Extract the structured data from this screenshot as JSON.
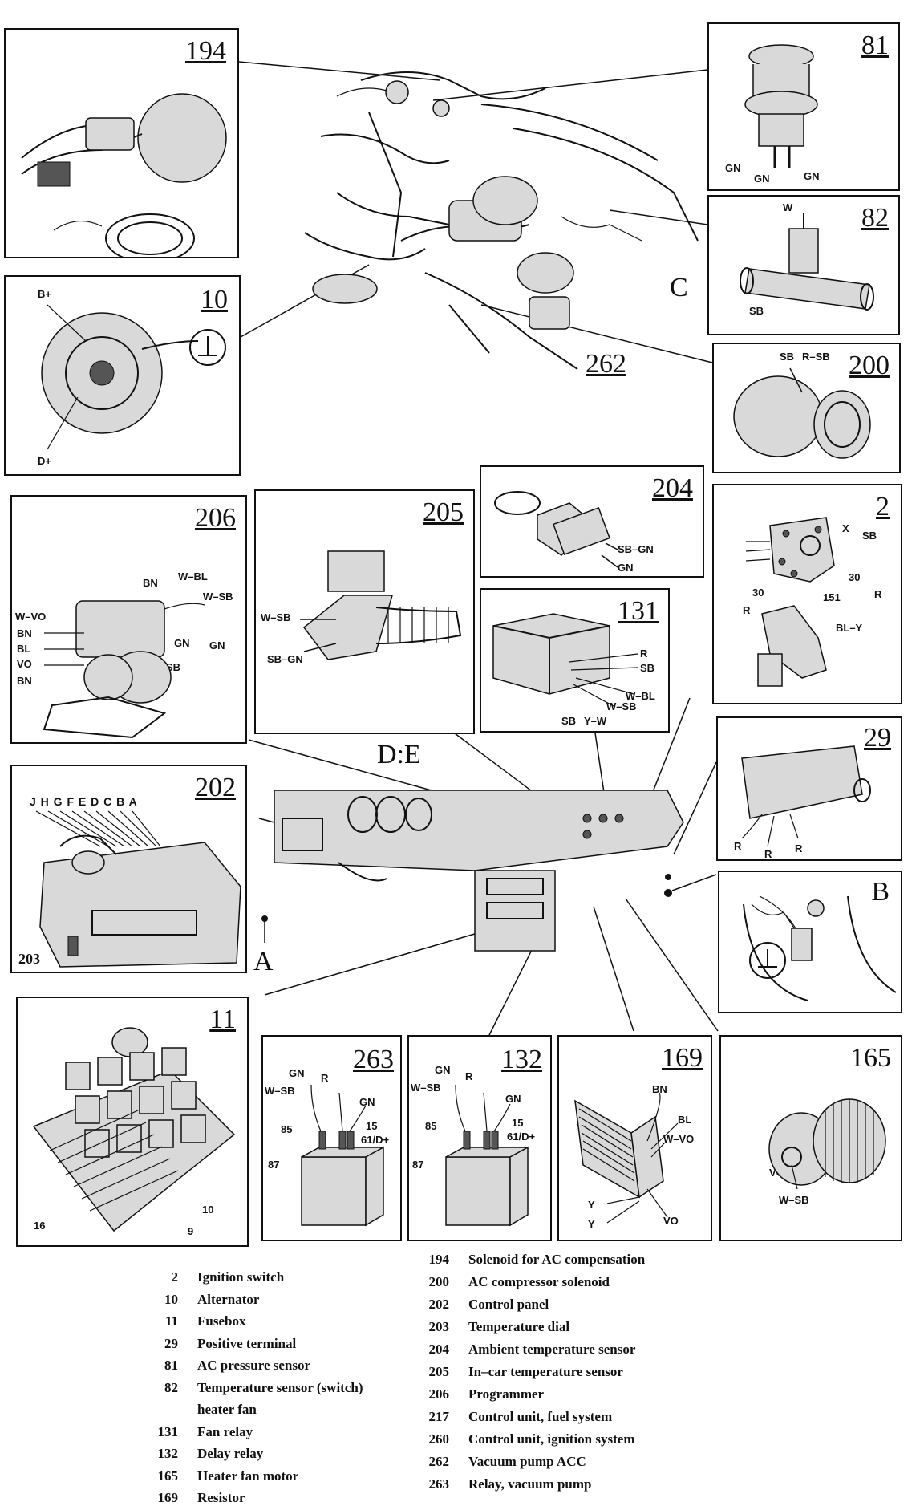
{
  "panels": {
    "p194": {
      "num": "194"
    },
    "p10": {
      "num": "10",
      "labels": [
        "B+",
        "D+"
      ]
    },
    "p81": {
      "num": "81",
      "labels": [
        "GN",
        "GN",
        "GN"
      ]
    },
    "p82": {
      "num": "82",
      "labels": [
        "W",
        "SB"
      ]
    },
    "p200": {
      "num": "200",
      "labels": [
        "SB",
        "R–SB"
      ]
    },
    "p206": {
      "num": "206",
      "labels": [
        "BN",
        "W–BL",
        "W–SB",
        "W–VO",
        "BN",
        "BL",
        "VO",
        "BN",
        "GN",
        "GN",
        "SB"
      ]
    },
    "p205": {
      "num": "205",
      "labels": [
        "W–SB",
        "SB–GN"
      ]
    },
    "p204": {
      "num": "204",
      "labels": [
        "SB–GN",
        "GN"
      ]
    },
    "p2": {
      "num": "2",
      "labels": [
        "X",
        "SB",
        "30",
        "30",
        "R",
        "R",
        "151",
        "BL–Y"
      ]
    },
    "p131": {
      "num": "131",
      "labels": [
        "R",
        "SB",
        "W–BL",
        "W–SB",
        "SB",
        "Y–W"
      ]
    },
    "p29": {
      "num": "29",
      "labels": [
        "R",
        "R",
        "R"
      ]
    },
    "p202": {
      "num": "202",
      "letters": "J H G F E D C B A",
      "sub": "203"
    },
    "pB": {
      "num": "B"
    },
    "p11": {
      "num": "11",
      "labels": [
        "16",
        "9",
        "10"
      ]
    },
    "p263": {
      "num": "263",
      "labels": [
        "GN",
        "R",
        "W–SB",
        "GN",
        "85",
        "15",
        "61/D+",
        "87"
      ]
    },
    "p132": {
      "num": "132",
      "labels": [
        "GN",
        "R",
        "W–SB",
        "GN",
        "85",
        "15",
        "61/D+",
        "87"
      ]
    },
    "p169": {
      "num": "169",
      "labels": [
        "BN",
        "BL",
        "W–VO",
        "Y",
        "Y",
        "VO"
      ]
    },
    "p165": {
      "num": "165",
      "labels": [
        "VO",
        "W–SB"
      ]
    }
  },
  "callouts": {
    "c_C": "C",
    "c_262": "262",
    "c_DE": "D:E",
    "c_A": "A"
  },
  "legend_left": [
    {
      "num": "2",
      "text": "Ignition switch"
    },
    {
      "num": "10",
      "text": "Alternator"
    },
    {
      "num": "11",
      "text": "Fusebox"
    },
    {
      "num": "29",
      "text": "Positive terminal"
    },
    {
      "num": "81",
      "text": "AC pressure sensor"
    },
    {
      "num": "82",
      "text": "Temperature sensor (switch)"
    },
    {
      "num": "",
      "text": "heater fan"
    },
    {
      "num": "131",
      "text": "Fan relay"
    },
    {
      "num": "132",
      "text": "Delay relay"
    },
    {
      "num": "165",
      "text": "Heater fan motor"
    },
    {
      "num": "169",
      "text": "Resistor"
    }
  ],
  "legend_right": [
    {
      "num": "194",
      "text": "Solenoid for AC compensation"
    },
    {
      "num": "200",
      "text": "AC compressor solenoid"
    },
    {
      "num": "202",
      "text": "Control panel"
    },
    {
      "num": "203",
      "text": "Temperature dial"
    },
    {
      "num": "204",
      "text": "Ambient temperature sensor"
    },
    {
      "num": "205",
      "text": "In–car temperature sensor"
    },
    {
      "num": "206",
      "text": "Programmer"
    },
    {
      "num": "217",
      "text": "Control unit, fuel system"
    },
    {
      "num": "260",
      "text": "Control unit, ignition system"
    },
    {
      "num": "262",
      "text": "Vacuum pump ACC"
    },
    {
      "num": "263",
      "text": "Relay, vacuum pump"
    }
  ]
}
